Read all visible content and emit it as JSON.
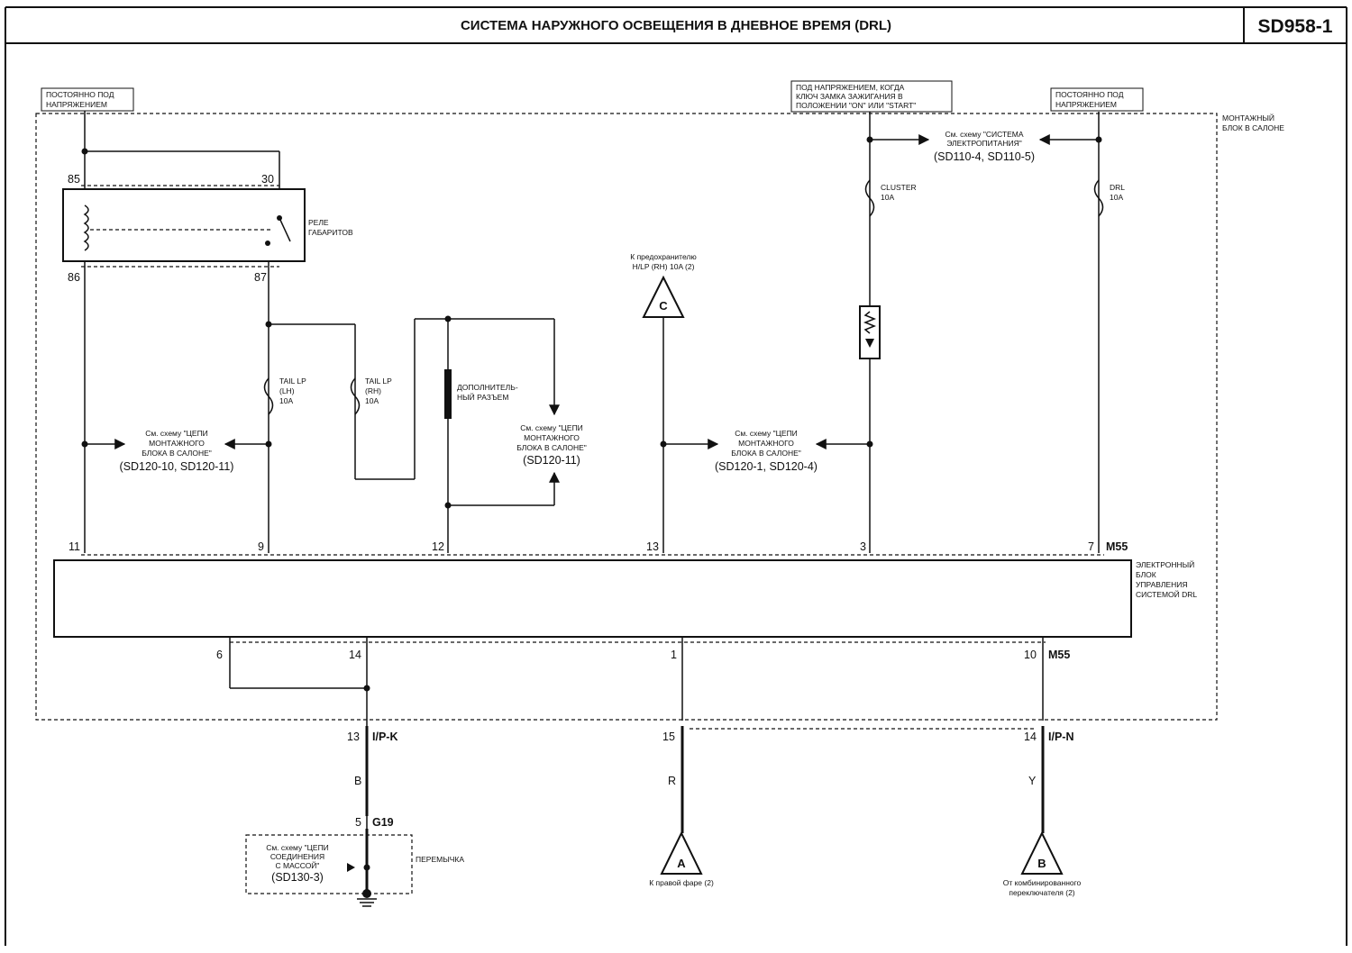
{
  "header": {
    "title": "СИСТЕМА НАРУЖНОГО ОСВЕЩЕНИЯ В ДНЕВНОЕ ВРЕМЯ (DRL)",
    "code": "SD958-1"
  },
  "power_labels": {
    "left": [
      "ПОСТОЯННО ПОД",
      "НАПРЯЖЕНИЕМ"
    ],
    "ignition": [
      "ПОД НАПРЯЖЕНИЕМ, КОГДА",
      "КЛЮЧ ЗАМКА ЗАЖИГАНИЯ В",
      "ПОЛОЖЕНИИ \"ON\" ИЛИ \"START\""
    ],
    "right": [
      "ПОСТОЯННО ПОД",
      "НАПРЯЖЕНИЕМ"
    ]
  },
  "junction_box_label": [
    "МОНТАЖНЫЙ",
    "БЛОК В САЛОНЕ"
  ],
  "relay": {
    "label": [
      "РЕЛЕ",
      "ГАБАРИТОВ"
    ],
    "pins": [
      "85",
      "30",
      "86",
      "87"
    ]
  },
  "fuses": {
    "tail_lh": [
      "TAIL LP",
      "(LH)",
      "10A"
    ],
    "tail_rh": [
      "TAIL LP",
      "(RH)",
      "10A"
    ],
    "cluster": [
      "CLUSTER",
      "10A"
    ],
    "drl": [
      "DRL",
      "10A"
    ]
  },
  "extra_connector": [
    "ДОПОЛНИТЕЛЬ-",
    "НЫЙ РАЗЪЕМ"
  ],
  "refs": {
    "power_system": [
      "См. схему \"СИСТЕМА",
      "ЭЛЕКТРОПИТАНИЯ\"",
      "(SD110-4, SD110-5)"
    ],
    "jb_left": [
      "См. схему \"ЦЕПИ",
      "МОНТАЖНОГО",
      "БЛОКА В САЛОНЕ\"",
      "(SD120-10, SD120-11)"
    ],
    "jb_mid": [
      "См. схему \"ЦЕПИ",
      "МОНТАЖНОГО",
      "БЛОКА В САЛОНЕ\"",
      "(SD120-11)"
    ],
    "jb_right": [
      "См. схему \"ЦЕПИ",
      "МОНТАЖНОГО",
      "БЛОКА В САЛОНЕ\"",
      "(SD120-1, SD120-4)"
    ],
    "ground": [
      "См. схему \"ЦЕПИ",
      "СОЕДИНЕНИЯ",
      "С МАССОЙ\"",
      "(SD130-3)"
    ]
  },
  "fuse_hlp": [
    "К предохранителю",
    "H/LP (RH) 10A (2)"
  ],
  "module": {
    "label": [
      "ЭЛЕКТРОННЫЙ",
      "БЛОК",
      "УПРАВЛЕНИЯ",
      "СИСТЕМОЙ DRL"
    ],
    "connector_top": "M55",
    "connector_bottom": "M55",
    "top_pins": [
      "11",
      "9",
      "12",
      "13",
      "3",
      "7"
    ],
    "bottom_pins": [
      "6",
      "14",
      "1",
      "10"
    ]
  },
  "lower_connectors": {
    "ipk": {
      "pin": "13",
      "name": "I/P-K"
    },
    "center": {
      "pin": "15"
    },
    "ipn": {
      "pin": "14",
      "name": "I/P-N"
    },
    "g19": {
      "pin": "5",
      "name": "G19"
    }
  },
  "wire_colors": {
    "ground": "B",
    "headlamp": "R",
    "switch": "Y"
  },
  "jumper_label": "ПЕРЕМЫЧКА",
  "off_page": {
    "a": {
      "letter": "A",
      "label": "К правой фаре (2)"
    },
    "b": {
      "letter": "B",
      "label": [
        "От комбинированного",
        "переключателя (2)"
      ]
    },
    "c": {
      "letter": "C"
    }
  }
}
